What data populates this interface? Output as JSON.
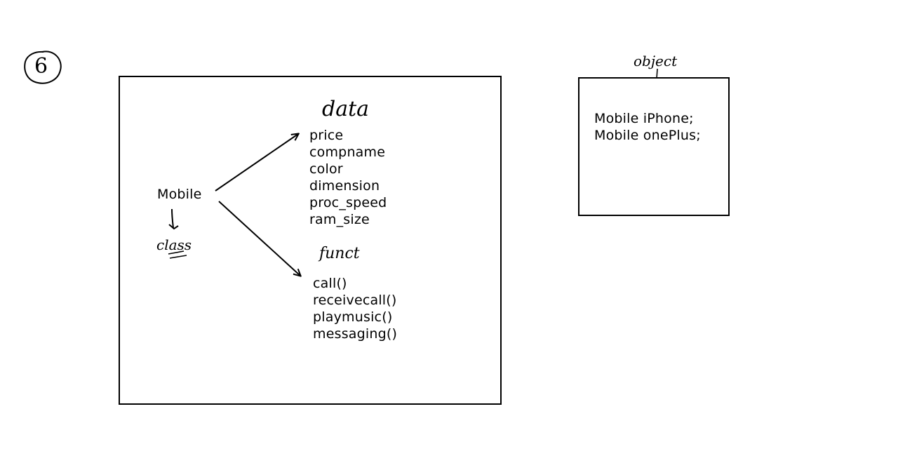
{
  "page_number": "6",
  "class_box": {
    "class_name": "Mobile",
    "class_note": "class",
    "data_heading": "data",
    "data_members": [
      "price",
      "compname",
      "color",
      "dimension",
      "proc_speed",
      "ram_size"
    ],
    "function_heading": "funct",
    "functions": [
      "call()",
      "receivecall()",
      "playmusic()",
      "messaging()"
    ]
  },
  "object_box": {
    "heading": "object",
    "objects": [
      "Mobile iPhone;",
      "Mobile onePlus;"
    ]
  },
  "colors": {
    "ink": "#000000",
    "background": "#ffffff"
  }
}
